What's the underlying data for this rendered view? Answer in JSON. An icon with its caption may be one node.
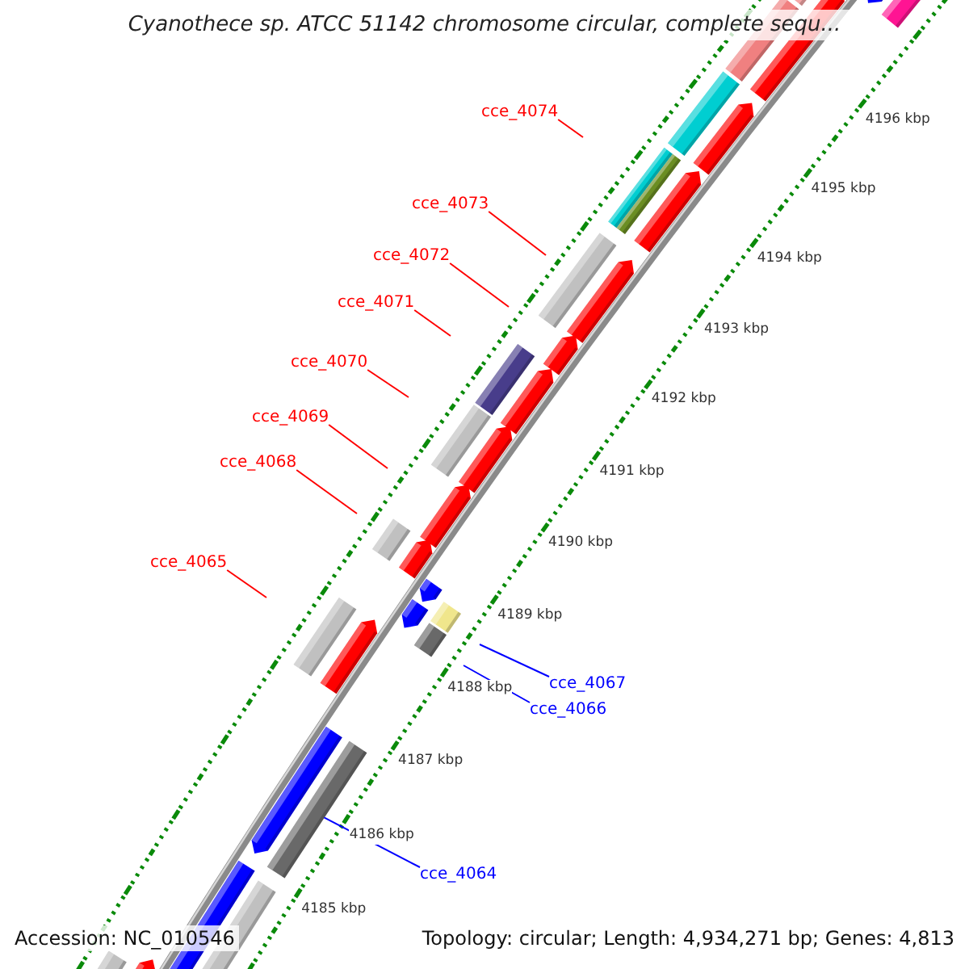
{
  "diagram": {
    "title": "Cyanothece sp. ATCC 51142 chromosome circular, complete sequ...",
    "nodes": [
      {
        "text": [
          "cce_4074"
        ]
      },
      {
        "text": [
          "cce_4073"
        ]
      },
      {
        "text": [
          "cce_4072"
        ]
      },
      {
        "text": [
          "cce_4071"
        ]
      },
      {
        "text": [
          "cce_4070"
        ]
      },
      {
        "text": [
          "cce_4069"
        ]
      },
      {
        "text": [
          "cce_4068"
        ]
      },
      {
        "text": [
          "cce_4065"
        ]
      },
      {
        "text": [
          "cce_4067"
        ]
      },
      {
        "text": [
          "cce_4066"
        ]
      },
      {
        "text": [
          "cce_4064"
        ]
      },
      {
        "text": [],
        "shape": "bar"
      }
    ],
    "edges": [
      {
        "from": 0,
        "to": null,
        "arrow": "none"
      },
      {
        "from": 1,
        "to": null,
        "arrow": "none"
      },
      {
        "from": 2,
        "to": null,
        "arrow": "none"
      },
      {
        "from": 3,
        "to": null,
        "arrow": "none"
      },
      {
        "from": 4,
        "to": null,
        "arrow": "none"
      },
      {
        "from": 5,
        "to": null,
        "arrow": "none"
      },
      {
        "from": 6,
        "to": null,
        "arrow": "none"
      },
      {
        "from": 7,
        "to": null,
        "arrow": "none"
      },
      {
        "from": 8,
        "to": null,
        "arrow": "none",
        "color": "#0000ff"
      },
      {
        "from": 9,
        "to": null,
        "arrow": "none",
        "color": "#0000ff"
      },
      {
        "from": 10,
        "to": 11,
        "arrow": "none",
        "color": "#0000ff"
      }
    ],
    "labels": [
      "4196 kbp",
      "4195 kbp",
      "4194 kbp",
      "4193 kbp",
      "4192 kbp",
      "4191 kbp",
      "4190 kbp",
      "4189 kbp",
      "4188 kbp",
      "4187 kbp",
      "4186 kbp",
      "4185 kbp",
      "Accession: NC_010546",
      "Topology: circular; Length: 4,934,271 bp; Genes: 4,813"
    ]
  }
}
